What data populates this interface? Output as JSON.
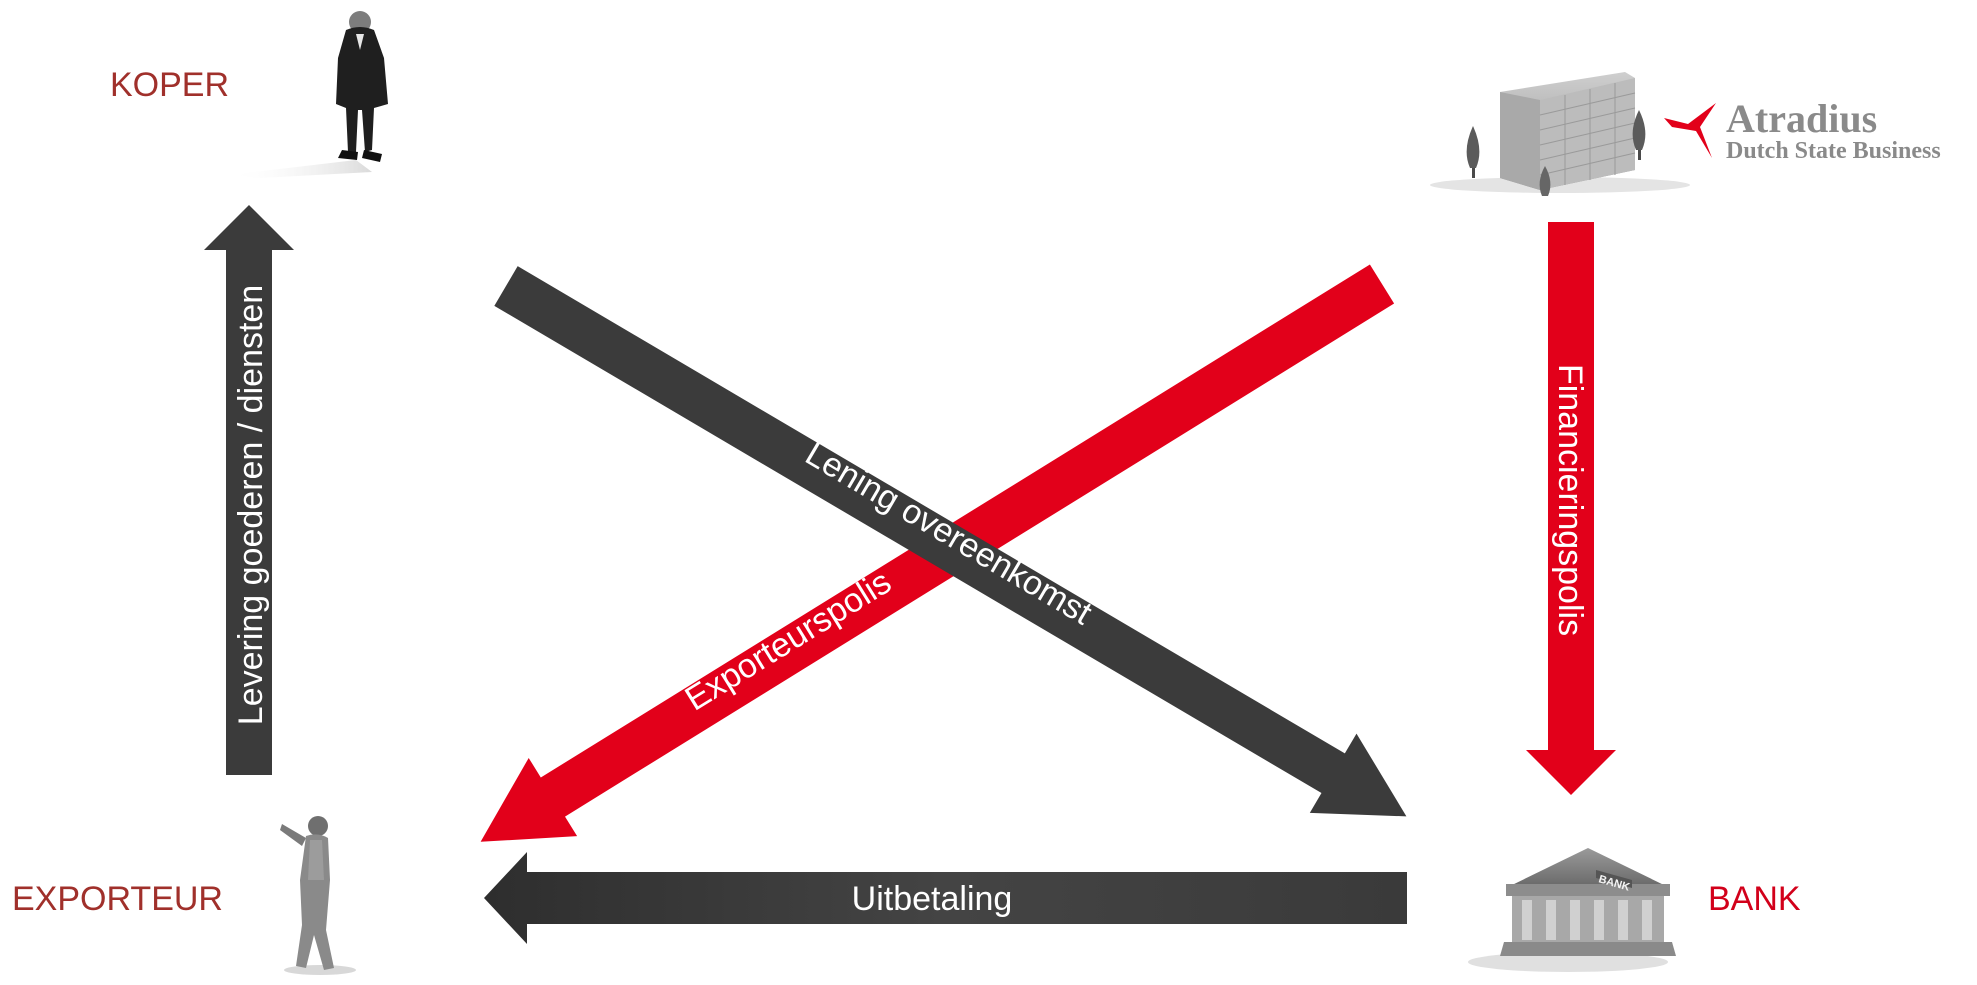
{
  "colors": {
    "red": "#e2001a",
    "dark": "#3b3b3b",
    "label_koper_exporteur": "#a0302b",
    "label_bank": "#d2001a",
    "logo_text": "#8a8a8a",
    "logo_mark": "#e2001a"
  },
  "parties": {
    "koper": "KOPER",
    "exporteur": "EXPORTEUR",
    "bank": "BANK"
  },
  "logo": {
    "name": "Atradius",
    "subtitle": "Dutch State Business"
  },
  "bank_building_sign": "BANK",
  "arrows": {
    "levering": "Levering goederen / diensten",
    "lening": "Lening overeenkomst",
    "exporteurspolis": "Exporteurspolis",
    "financieringspolis": "Financieringspolis",
    "uitbetaling": "Uitbetaling"
  },
  "icons": {
    "koper": "businessman-figure-icon",
    "exporteur": "pointing-man-figure-icon",
    "insurer": "office-building-icon",
    "bank": "bank-building-icon",
    "logo_mark": "atradius-mark-icon"
  }
}
